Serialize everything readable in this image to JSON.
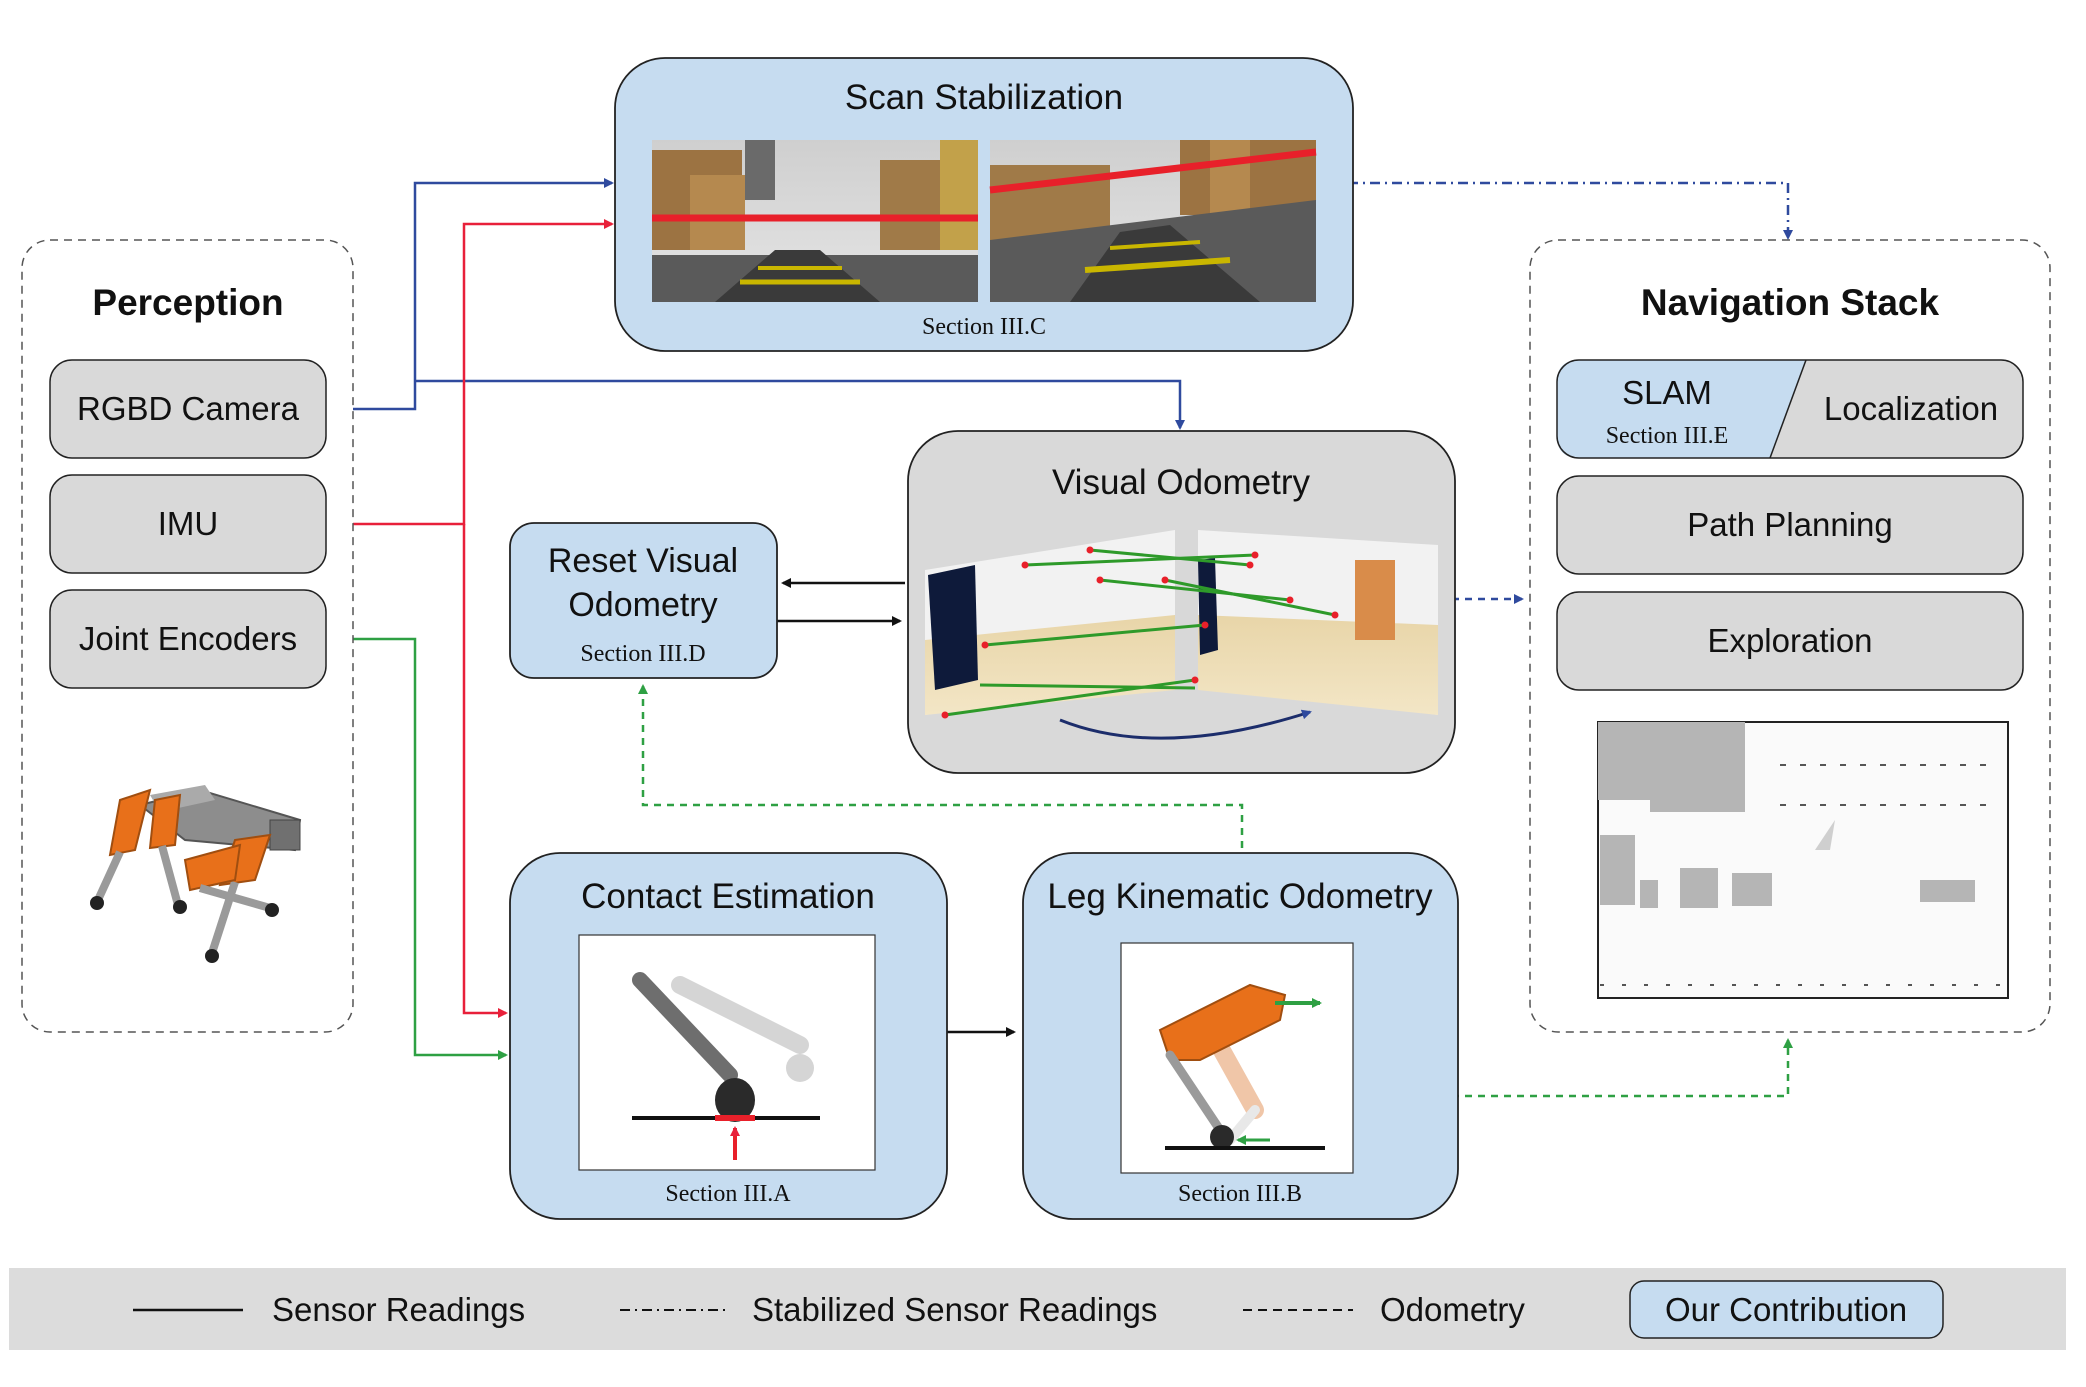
{
  "colors": {
    "contribution_fill": "#c6dcf0",
    "module_fill": "#d9d9d9",
    "sensor_blue": "#2f4a9e",
    "sensor_red": "#e8203a",
    "odometry_green": "#2ea043",
    "stabilized_blue": "#2f4a9e",
    "legend_bg": "#dcdcdc"
  },
  "perception": {
    "title": "Perception",
    "items": [
      "RGBD Camera",
      "IMU",
      "Joint Encoders"
    ]
  },
  "scan_stabilization": {
    "title": "Scan Stabilization",
    "section": "Section III.C"
  },
  "visual_odometry": {
    "title": "Visual Odometry"
  },
  "reset_vo": {
    "title_line1": "Reset Visual",
    "title_line2": "Odometry",
    "section": "Section III.D"
  },
  "contact_estimation": {
    "title": "Contact Estimation",
    "section": "Section III.A"
  },
  "leg_kinematic": {
    "title": "Leg Kinematic Odometry",
    "section": "Section III.B"
  },
  "navigation": {
    "title": "Navigation Stack",
    "slam": "SLAM",
    "slam_section": "Section III.E",
    "localization": "Localization",
    "path_planning": "Path Planning",
    "exploration": "Exploration"
  },
  "legend": {
    "sensor": "Sensor Readings",
    "stabilized": "Stabilized Sensor Readings",
    "odometry": "Odometry",
    "contribution": "Our Contribution"
  }
}
